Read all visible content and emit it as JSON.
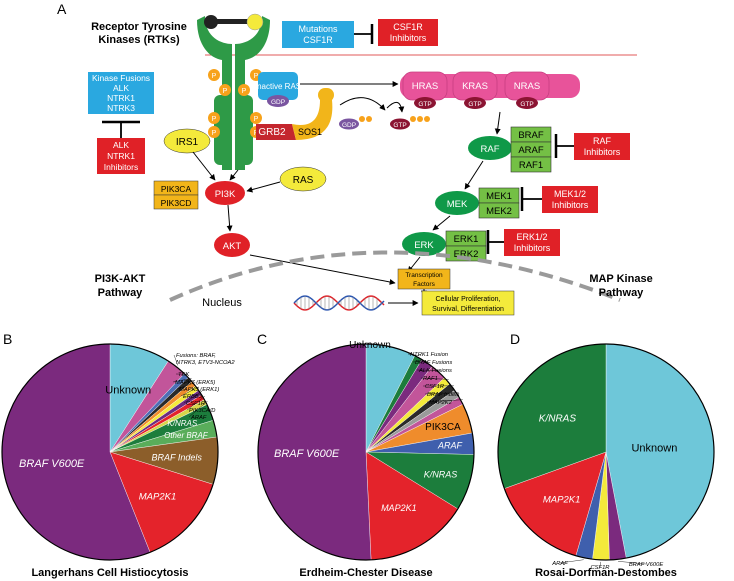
{
  "panel_labels": [
    "A",
    "B",
    "C",
    "D"
  ],
  "top_diagram": {
    "rtk_label_line1": "Receptor Tyrosine",
    "rtk_label_line2": "Kinases (RTKs)",
    "mutations_line1": "Mutations",
    "mutations_line2": "CSF1R",
    "csf1r_inhib_line1": "CSF1R",
    "csf1r_inhib_line2": "Inhibitors",
    "fusions": [
      "Kinase Fusions",
      "ALK",
      "NTRK1",
      "NTRK3"
    ],
    "alk_inhib": [
      "ALK",
      "NTRK1",
      "Inhibitors"
    ],
    "phospho": "P",
    "inactive_ras": "Inactive RAS",
    "gdp": "GDP",
    "gtp": "GTP",
    "grb2": "GRB2",
    "sos1": "SOS1",
    "ras_isoforms": [
      "HRAS",
      "KRAS",
      "NRAS"
    ],
    "irs1": "IRS1",
    "ras": "RAS",
    "pik3": [
      "PIK3CA",
      "PIK3CD"
    ],
    "pi3k": "PI3K",
    "akt": "AKT",
    "raf": "RAF",
    "raf_isoforms": [
      "BRAF",
      "ARAF",
      "RAF1"
    ],
    "raf_inhib": [
      "RAF",
      "Inhibitors"
    ],
    "mek": "MEK",
    "mek_isoforms": [
      "MEK1",
      "MEK2"
    ],
    "mek_inhib": [
      "MEK1/2",
      "Inhibitors"
    ],
    "erk": "ERK",
    "erk_isoforms": [
      "ERK1",
      "ERK2"
    ],
    "erk_inhib": [
      "ERK1/2",
      "Inhibitors"
    ],
    "tf_line1": "Transcription",
    "tf_line2": "Factors",
    "outcome_line1": "Cellular Proliferation,",
    "outcome_line2": "Survival, Differentiation",
    "nucleus": "Nucleus",
    "pi3k_path_line1": "PI3K-AKT",
    "pi3k_path_line2": "Pathway",
    "mapk_path_line1": "MAP Kinase",
    "mapk_path_line2": "Pathway"
  },
  "colors": {
    "receptor_green": "#2e9a47",
    "kinase_green": "#0f9948",
    "box_green": "#74c045",
    "inhibitor_red": "#e02127",
    "info_blue": "#2aa8e0",
    "phospho_orange": "#f7a21b",
    "ras_pink": "#e8539a",
    "gtp_maroon": "#8b1432",
    "gdp_purple": "#7a55a0",
    "yellow": "#f4ea3b",
    "pie_purple": "#7b2a7e",
    "pie_red": "#e4232b",
    "pie_green": "#1c7d3c",
    "pie_lightblue": "#6ec7d9"
  },
  "chart_data": [
    {
      "type": "pie",
      "title": "Langerhans Cell Histiocytosis",
      "slices": [
        {
          "label": "Unknown",
          "value": 9
        },
        {
          "label": "Fusions: BRAF, NTRK3, ETV3-NCOA2",
          "value": 3
        },
        {
          "label": "TEK",
          "value": 0.8
        },
        {
          "label": "MAPK7 (ERK5)",
          "value": 0.8
        },
        {
          "label": "MAPK3 (ERK1)",
          "value": 0.8
        },
        {
          "label": "ERBB3",
          "value": 0.8
        },
        {
          "label": "CSF1R",
          "value": 0.8
        },
        {
          "label": "PIK3CA/D",
          "value": 0.8
        },
        {
          "label": "ARAF",
          "value": 0.8
        },
        {
          "label": "K/NRAS",
          "value": 2.5
        },
        {
          "label": "Other BRAF",
          "value": 2.5
        },
        {
          "label": "BRAF Indels",
          "value": 7
        },
        {
          "label": "MAP2K1",
          "value": 14
        },
        {
          "label": "BRAF V600E",
          "value": 55.6
        }
      ]
    },
    {
      "type": "pie",
      "title": "Erdheim-Chester Disease",
      "slices": [
        {
          "label": "Unknown",
          "value": 7.5
        },
        {
          "label": "NTRK1 Fusion",
          "value": 1.2
        },
        {
          "label": "BRAF Fusions",
          "value": 1.8
        },
        {
          "label": "ALK Fusions",
          "value": 2.5
        },
        {
          "label": "RAF1",
          "value": 1.2
        },
        {
          "label": "CSF1R",
          "value": 1.2
        },
        {
          "label": "BRAF Indels",
          "value": 1.2
        },
        {
          "label": "MAP2K2",
          "value": 1.2
        },
        {
          "label": "PIK3CA",
          "value": 4.5
        },
        {
          "label": "ARAF",
          "value": 3.2
        },
        {
          "label": "K/NRAS",
          "value": 8.5
        },
        {
          "label": "MAP2K1",
          "value": 15.5
        },
        {
          "label": "BRAF V600E",
          "value": 51
        }
      ]
    },
    {
      "type": "pie",
      "title": "Rosai-Dorfman-Destombes",
      "slices": [
        {
          "label": "Unknown",
          "value": 47
        },
        {
          "label": "BRAF V600E",
          "value": 2.5
        },
        {
          "label": "CSF1R",
          "value": 2.5
        },
        {
          "label": "ARAF",
          "value": 2.5
        },
        {
          "label": "MAP2K1",
          "value": 15
        },
        {
          "label": "K/NRAS",
          "value": 30.5
        }
      ]
    }
  ]
}
